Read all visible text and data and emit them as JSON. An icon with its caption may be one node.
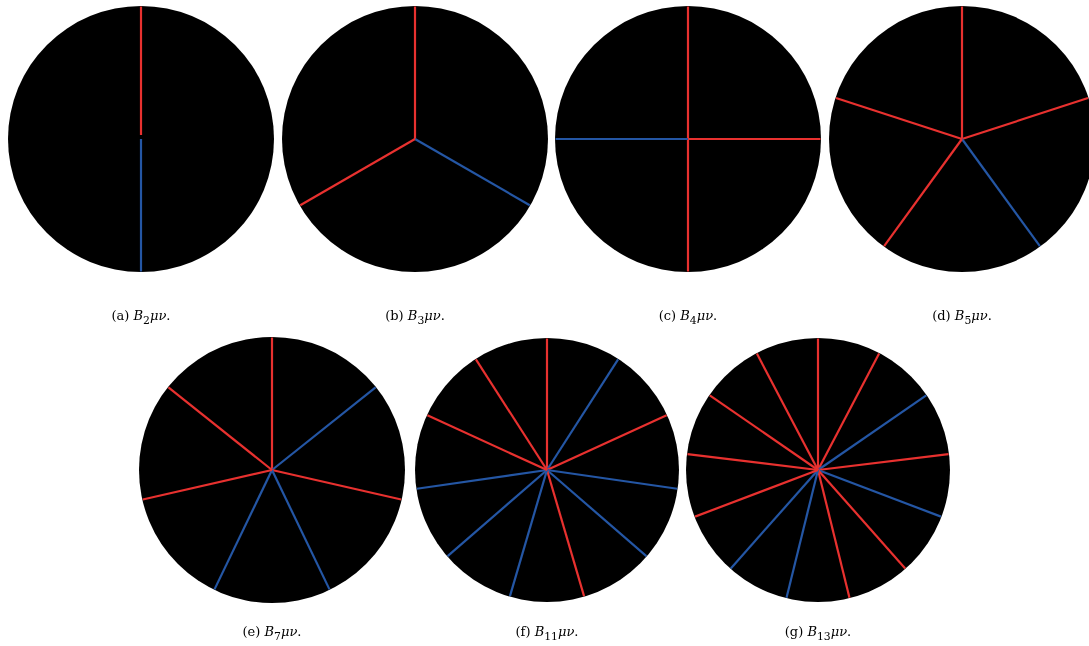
{
  "diagram": {
    "labels": [
      "(a) *B*$_{2}$*μν*.",
      "(b) *B*$_{3}$*μν*.",
      "(c) *B*$_{4}$*μν*.",
      "(d) *B*$_{5}$*μν*.",
      "(e) *B*$_{7}$*μν*.",
      "(f) *B*$_{11}$*μν*.",
      "(g) *B*$_{13}$*μν*."
    ]
  }
}
